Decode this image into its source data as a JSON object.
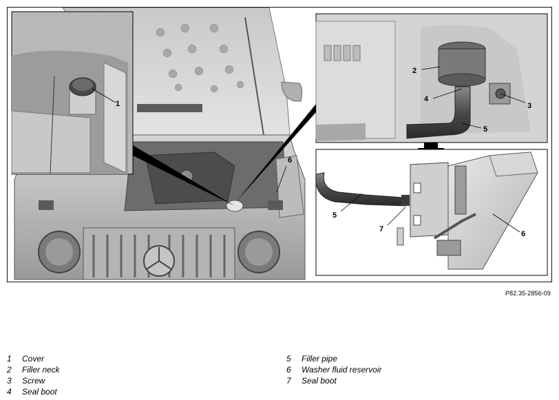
{
  "figure": {
    "callouts": {
      "c1": "1",
      "c2": "2",
      "c3": "3",
      "c4": "4",
      "c5a": "5",
      "c5b": "5",
      "c6a": "6",
      "c6b": "6",
      "c7": "7"
    }
  },
  "reference": "P82.35-2856-09",
  "legend": {
    "left": [
      {
        "num": "1",
        "label": "Cover"
      },
      {
        "num": "2",
        "label": "Filler neck"
      },
      {
        "num": "3",
        "label": "Screw"
      },
      {
        "num": "4",
        "label": "Seal boot"
      }
    ],
    "right": [
      {
        "num": "5",
        "label": "Filler pipe"
      },
      {
        "num": "6",
        "label": "Washer fluid reservoir"
      },
      {
        "num": "7",
        "label": "Seal boot"
      }
    ]
  }
}
